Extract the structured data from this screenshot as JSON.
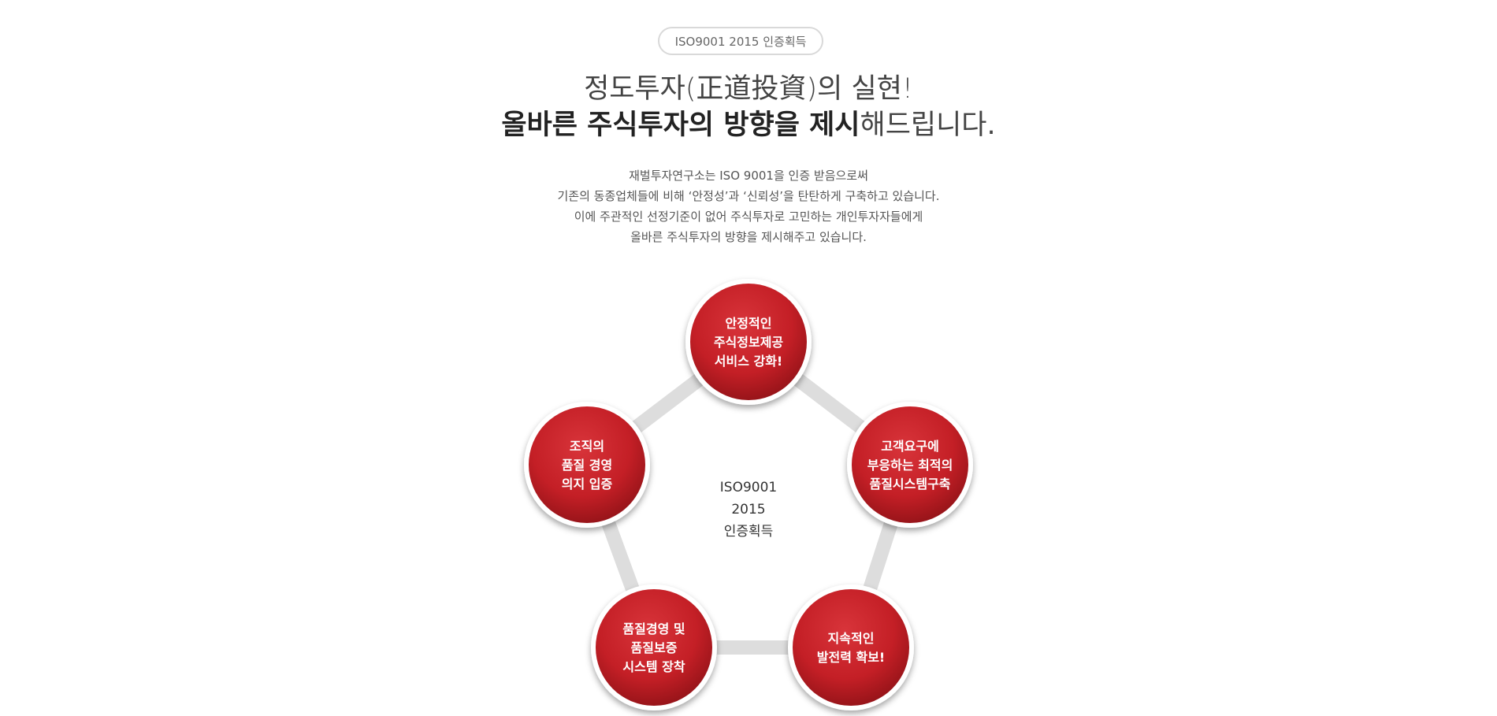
{
  "badge": "ISO9001 2015 인증획득",
  "headline": {
    "line1": "정도투자(正道投資)의 실현!",
    "line2_bold": "올바른 주식투자의 방향을 제시",
    "line2_light": "해드립니다."
  },
  "description": [
    "재벌투자연구소는 ISO 9001을 인증 받음으로써",
    "기존의 동종업체들에 비해 ‘안정성’과 ‘신뢰성’을  탄탄하게 구축하고 있습니다.",
    "이에 주관적인 선정기준이 없어 주식투자로 고민하는 개인투자자들에게",
    "올바른 주식투자의 방향을 제시해주고 있습니다."
  ],
  "diagram": {
    "center": [
      "ISO9001",
      "2015",
      "인증획득"
    ],
    "nodes": [
      {
        "id": "top",
        "lines": [
          "안정적인",
          "주식정보제공",
          "서비스 강화!"
        ]
      },
      {
        "id": "right",
        "lines": [
          "고객요구에",
          "부응하는 최적의",
          "품질시스템구축"
        ]
      },
      {
        "id": "bottom-right",
        "lines": [
          "지속적인",
          "발전력 확보!"
        ]
      },
      {
        "id": "bottom-left",
        "lines": [
          "품질경영 및",
          "품질보증",
          "시스템 장착"
        ]
      },
      {
        "id": "left",
        "lines": [
          "조직의",
          "품질 경영",
          "의지 입증"
        ]
      }
    ],
    "colors": {
      "node_fill": "#c41f26",
      "node_dark": "#8f1217",
      "connector": "#dddddd"
    }
  }
}
